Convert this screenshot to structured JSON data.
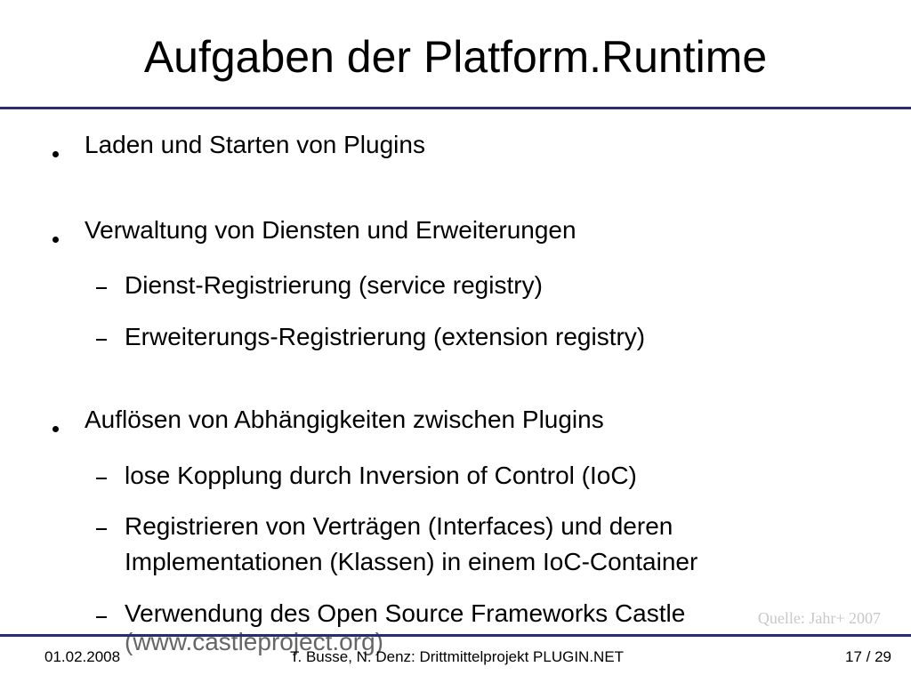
{
  "slide": {
    "title": "Aufgaben der Platform.Runtime",
    "items": [
      {
        "text": "Laden und Starten von Plugins",
        "sub": []
      },
      {
        "text": "Verwaltung von Diensten und Erweiterungen",
        "sub": [
          "Dienst-Registrierung (service registry)",
          "Erweiterungs-Registrierung (extension registry)"
        ]
      },
      {
        "text": "Auflösen von Abhängigkeiten zwischen Plugins",
        "sub": [
          "lose Kopplung durch Inversion of Control (IoC)",
          "Registrieren von Verträgen (Interfaces) und deren",
          "Implementationen (Klassen) in einem IoC-Container",
          "Verwendung des Open Source Frameworks Castle"
        ]
      }
    ],
    "overflow_text": "(www.castleproject.org)",
    "source_note": "Quelle: Jahr+ 2007"
  },
  "footer": {
    "date": "01.02.2008",
    "authors": "T. Busse, N. Denz: Drittmittelprojekt PLUGIN.NET",
    "page": "17 / 29"
  },
  "colors": {
    "rule": "#2b2b73",
    "source_note": "#c8c8c8"
  }
}
